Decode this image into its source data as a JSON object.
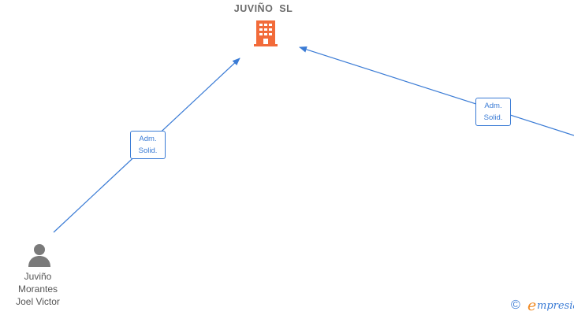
{
  "company": {
    "name": "JUVIÑO  SL",
    "color": "#f26b3a"
  },
  "edges": [
    {
      "label_line1": "Adm.",
      "label_line2": "Solid."
    },
    {
      "label_line1": "Adm.",
      "label_line2": "Solid."
    }
  ],
  "person": {
    "name_line1": "Juviño",
    "name_line2": "Morantes",
    "name_line3": "Joel Victor"
  },
  "brand": {
    "copyright": "©",
    "initial": "e",
    "rest": "mpresia"
  },
  "colors": {
    "edge": "#3a7bd5",
    "node_text": "#6b6b6b",
    "person_icon": "#7a7a7a"
  }
}
